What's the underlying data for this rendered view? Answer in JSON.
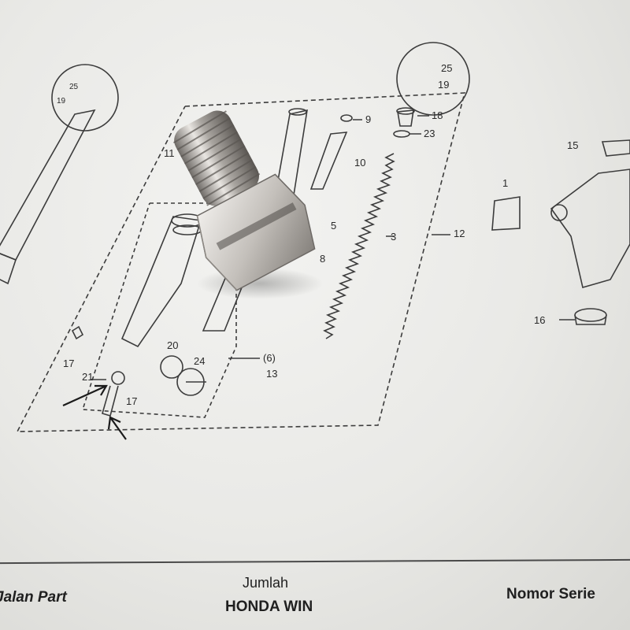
{
  "diagram_labels": {
    "l25a": "25",
    "l19a": "19",
    "l25b": "25",
    "l19b": "19",
    "l9": "9",
    "l18": "18",
    "l23": "23",
    "l11": "11",
    "l10": "10",
    "l5": "5",
    "l8": "8",
    "l3": "3",
    "l12": "12",
    "l1": "1",
    "l15": "15",
    "l16": "16",
    "l20": "20",
    "l24": "24",
    "l6": "(6)",
    "l13": "13",
    "l21": "21",
    "l17a": "17",
    "l17b": "17"
  },
  "footer": {
    "col1": "Jalan Part",
    "col2_line1": "Jumlah",
    "col2_line2": "HONDA WIN",
    "col3": "Nomor Serie"
  }
}
